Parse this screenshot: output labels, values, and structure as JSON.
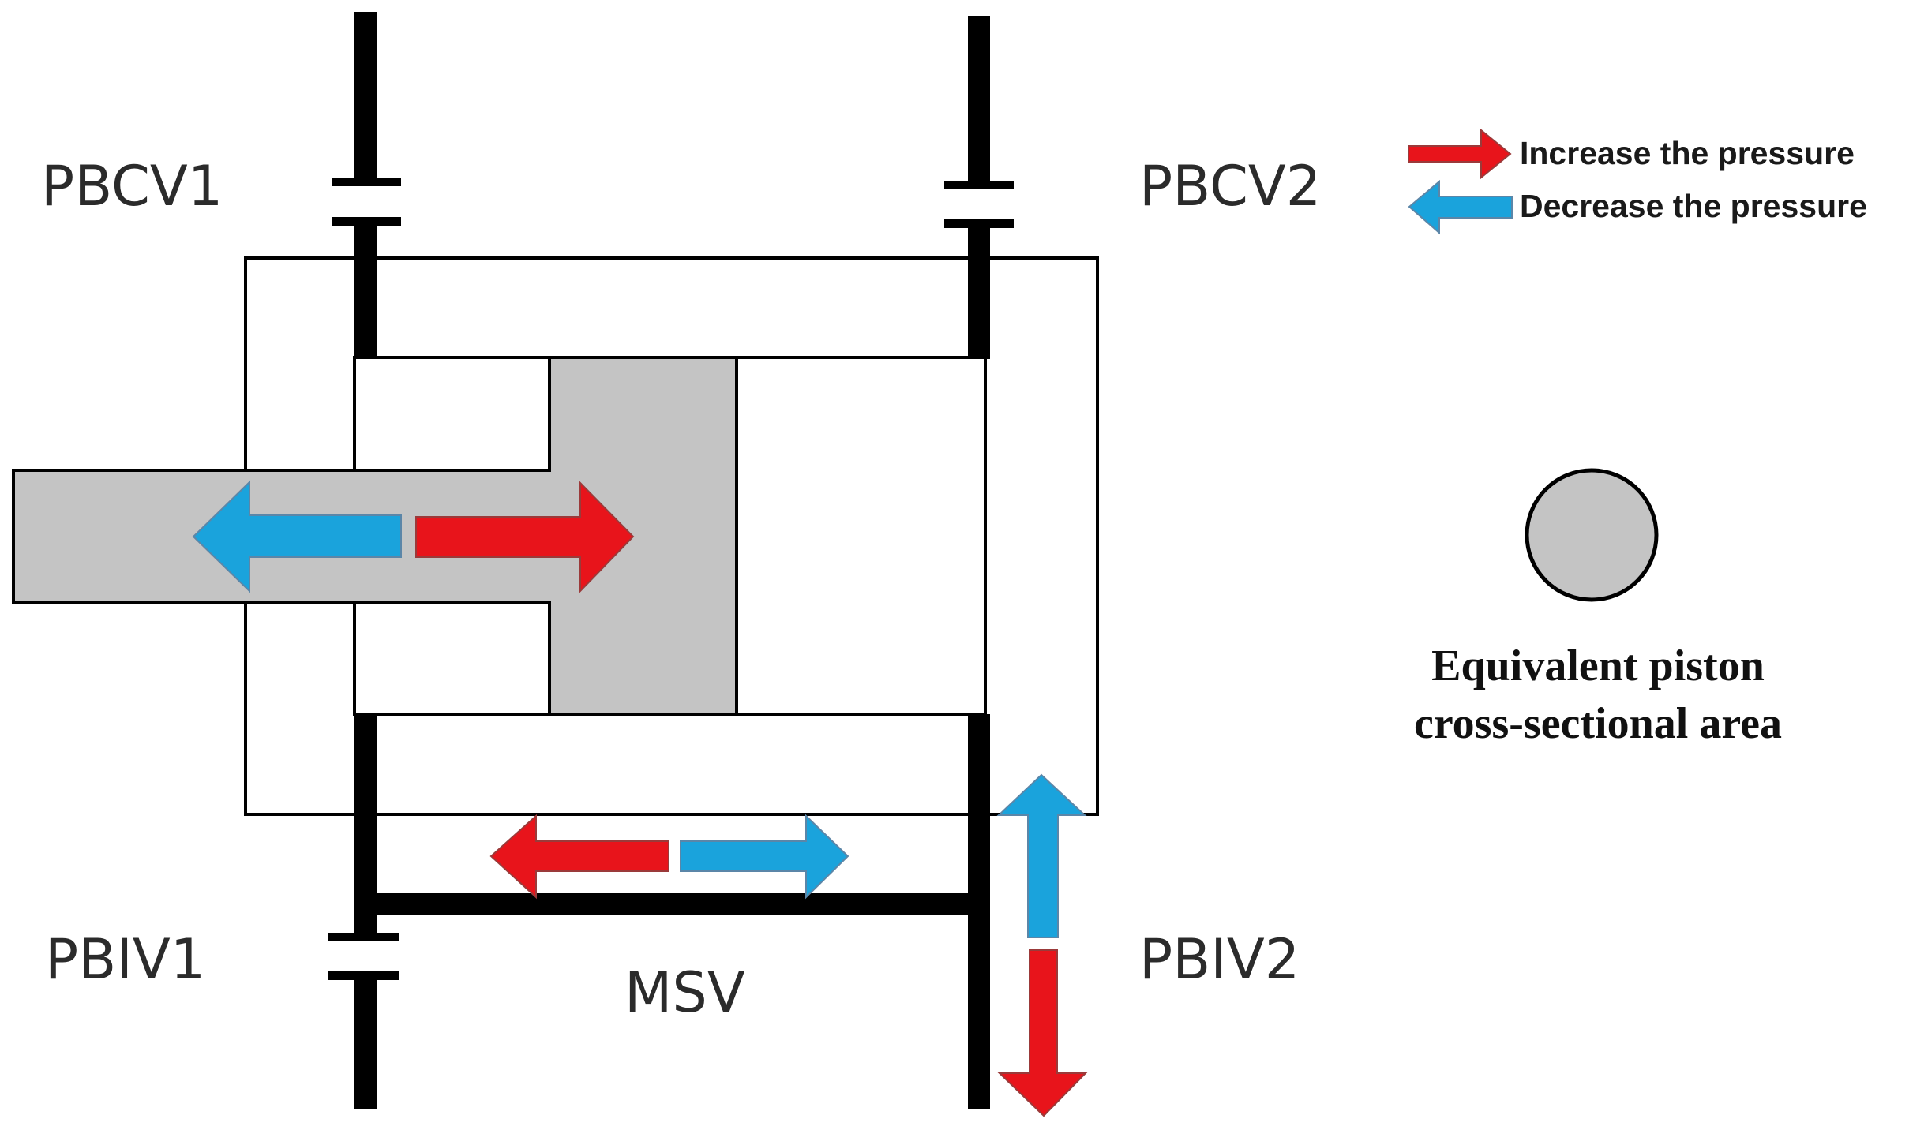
{
  "valves": {
    "pbcv1": "PBCV1",
    "pbcv2": "PBCV2",
    "pbiv1": "PBIV1",
    "pbiv2": "PBIV2",
    "msv": "MSV"
  },
  "legend": {
    "increase": "Increase the pressure",
    "decrease": "Decrease the pressure"
  },
  "equivalent": {
    "line1": "Equivalent piston",
    "line2": "cross-sectional area"
  },
  "colors": {
    "increase_arrow": "#e8141b",
    "decrease_arrow": "#1aa3dc",
    "piston_fill": "#c4c4c4",
    "line": "#000000"
  },
  "icons": {
    "increase": "arrow-red-icon",
    "decrease": "arrow-blue-icon",
    "valve": "valve-symbol-icon",
    "piston_area": "circle-icon"
  }
}
